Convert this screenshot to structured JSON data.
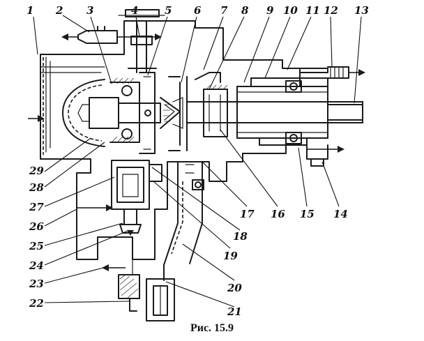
{
  "figure": {
    "caption": "Рис. 15.9",
    "callouts": [
      "1",
      "2",
      "3",
      "4",
      "5",
      "6",
      "7",
      "8",
      "9",
      "10",
      "11",
      "12",
      "13",
      "14",
      "15",
      "16",
      "17",
      "18",
      "19",
      "20",
      "21",
      "22",
      "23",
      "24",
      "25",
      "26",
      "27",
      "28",
      "29"
    ]
  },
  "colors": {
    "ink": "#1a1a1a",
    "paper": "#ffffff"
  }
}
